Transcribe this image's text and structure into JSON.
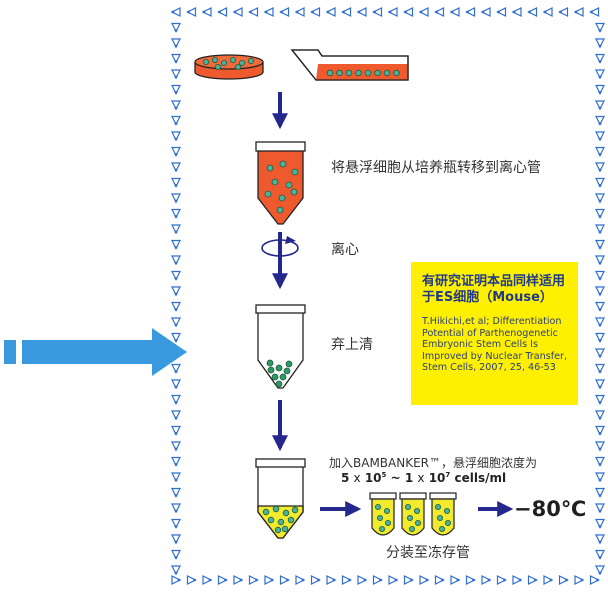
{
  "steps": {
    "transfer": "将悬浮细胞从培养瓶转移到离心管",
    "centrifuge": "离心",
    "discard": "弃上清",
    "add": "加入BAMBANKER™，悬浮细胞浓度为",
    "dispense": "分装至冻存管",
    "temperature": "−80℃"
  },
  "concentration": {
    "low_coef": "5",
    "low_exp": "5",
    "high_coef": "1",
    "high_exp": "7",
    "times": "x",
    "tilde": "~",
    "unit": "cells/ml"
  },
  "note": {
    "title": "有研究证明本品同样适用于ES细胞（Mouse）",
    "body": "T.Hikichi,et al; Differentiation Potential of Parthenogenetic Embryonic Stem Cells Is Improved by Nuclear Transfer, Stem Cells, 2007, 25, 46-53"
  },
  "colors": {
    "border_blue": "#2f6fd0",
    "arrow_navy": "#24288c",
    "culture_orange": "#ee5a2e",
    "bambanker_yellow": "#f2ea2c",
    "pellet_green": "#2f9a62",
    "cell_teal": "#4bb39a",
    "note_yellow": "#ffef00",
    "big_arrow_blue": "#3a9ae0"
  },
  "icons": [
    "culture-dish-icon",
    "culture-flask-icon",
    "centrifuge-rotation-icon",
    "centrifuge-tube-icon",
    "cryovial-icon"
  ]
}
